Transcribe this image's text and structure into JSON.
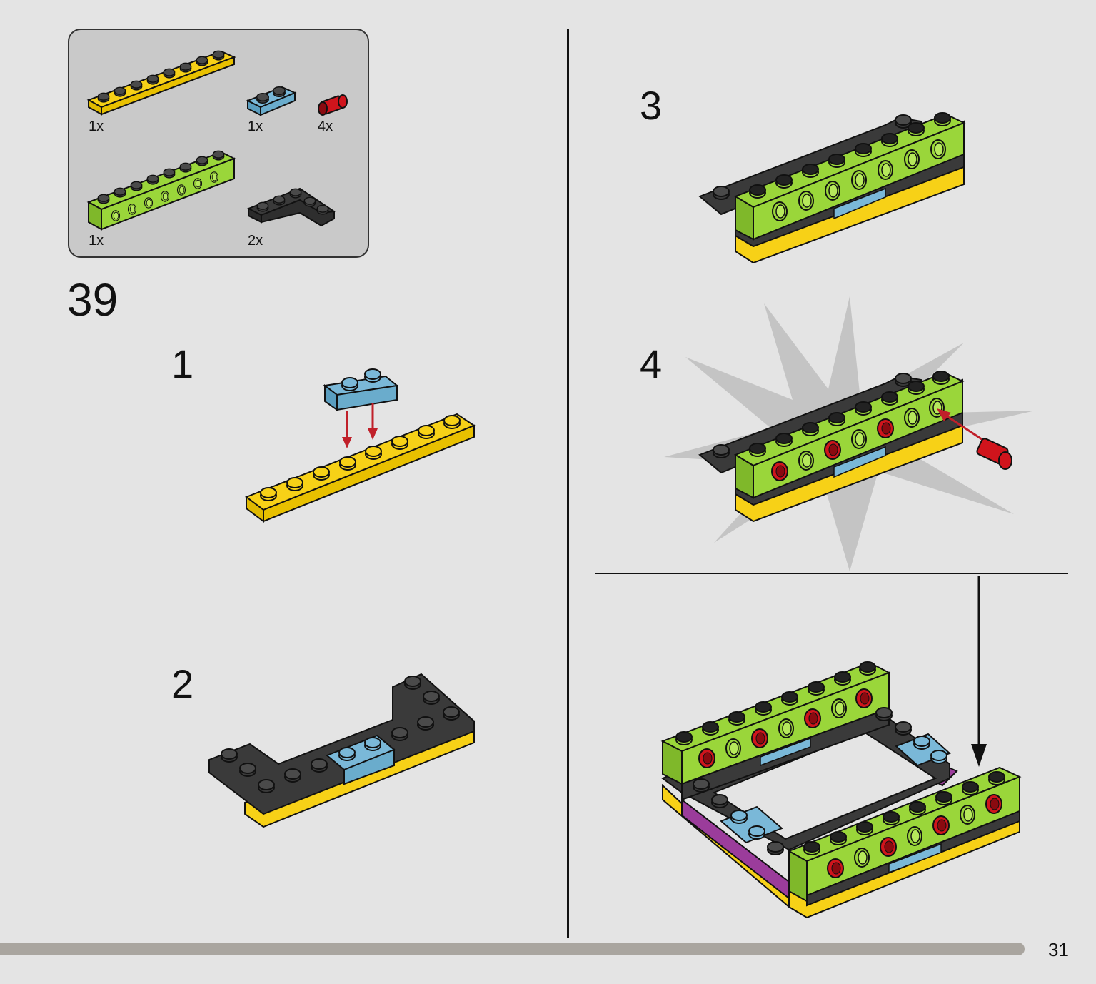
{
  "page_number": "31",
  "build_step": "39",
  "parts_list": {
    "items": [
      {
        "part": "yellow-1x8-plate",
        "qty": "1x"
      },
      {
        "part": "blue-1x2-plate",
        "qty": "1x"
      },
      {
        "part": "red-axle-pin",
        "qty": "4x"
      },
      {
        "part": "lime-technic-brick-1x8",
        "qty": "1x"
      },
      {
        "part": "black-l-plate",
        "qty": "2x"
      }
    ]
  },
  "substeps": [
    "1",
    "2",
    "3",
    "4"
  ],
  "colors": {
    "background": "#e4e4e4",
    "parts_box": "#c9c9c9",
    "yellow": "#f7d117",
    "blue": "#7ab8d8",
    "lime": "#9ad63a",
    "black": "#3a3a3a",
    "red": "#d0141c",
    "purple": "#9b3c9b",
    "progress": "#a9a59f"
  }
}
